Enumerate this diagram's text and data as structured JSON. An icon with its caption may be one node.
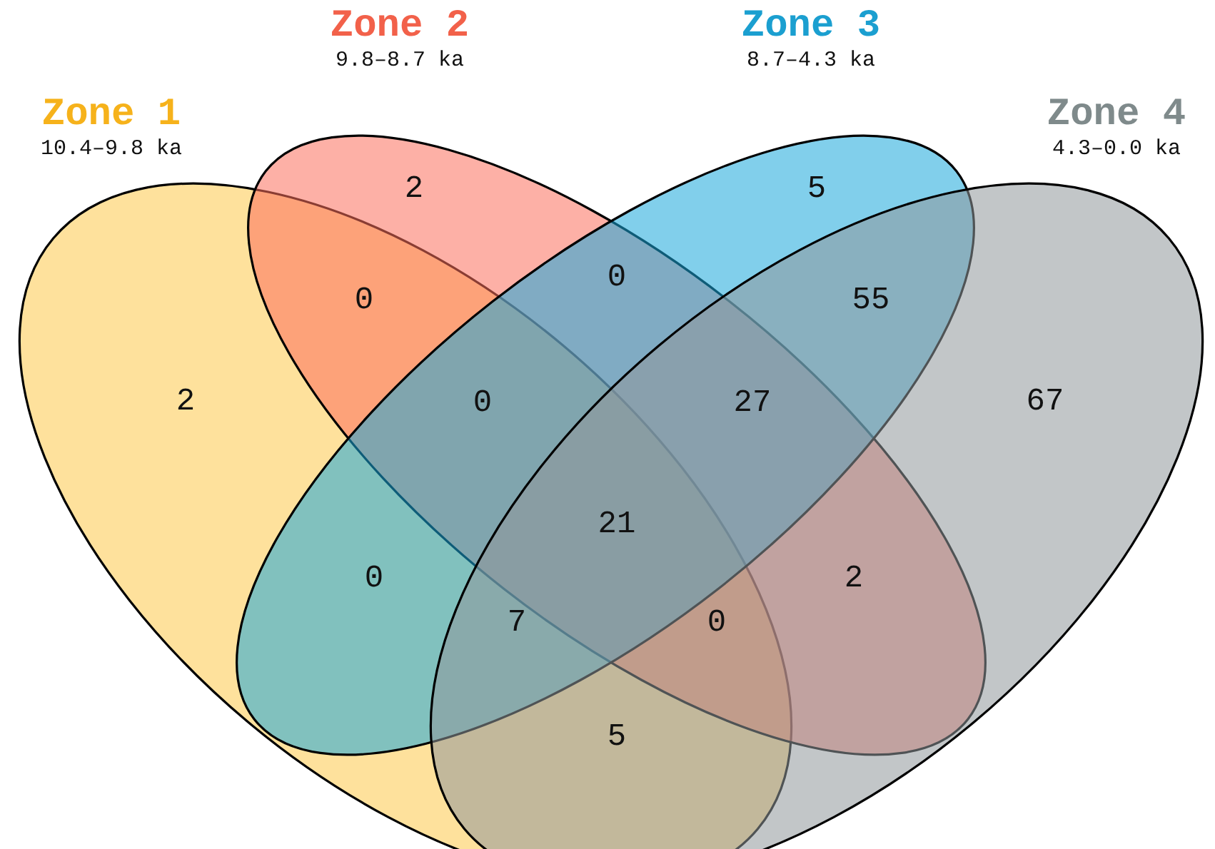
{
  "diagram": {
    "nodes": [
      {
        "text": [
          "Zone 1",
          "10.4–9.8 ka"
        ]
      },
      {
        "text": [
          "Zone 2",
          "9.8–8.7 ka"
        ]
      },
      {
        "text": [
          "Zone 3",
          "8.7–4.3 ka"
        ]
      },
      {
        "text": [
          "Zone 4",
          "4.3–0.0 ka"
        ]
      }
    ],
    "labels": [
      "2",
      "5",
      "0",
      "0",
      "55",
      "2",
      "0",
      "27",
      "67",
      "21",
      "0",
      "2",
      "7",
      "0",
      "5"
    ]
  }
}
